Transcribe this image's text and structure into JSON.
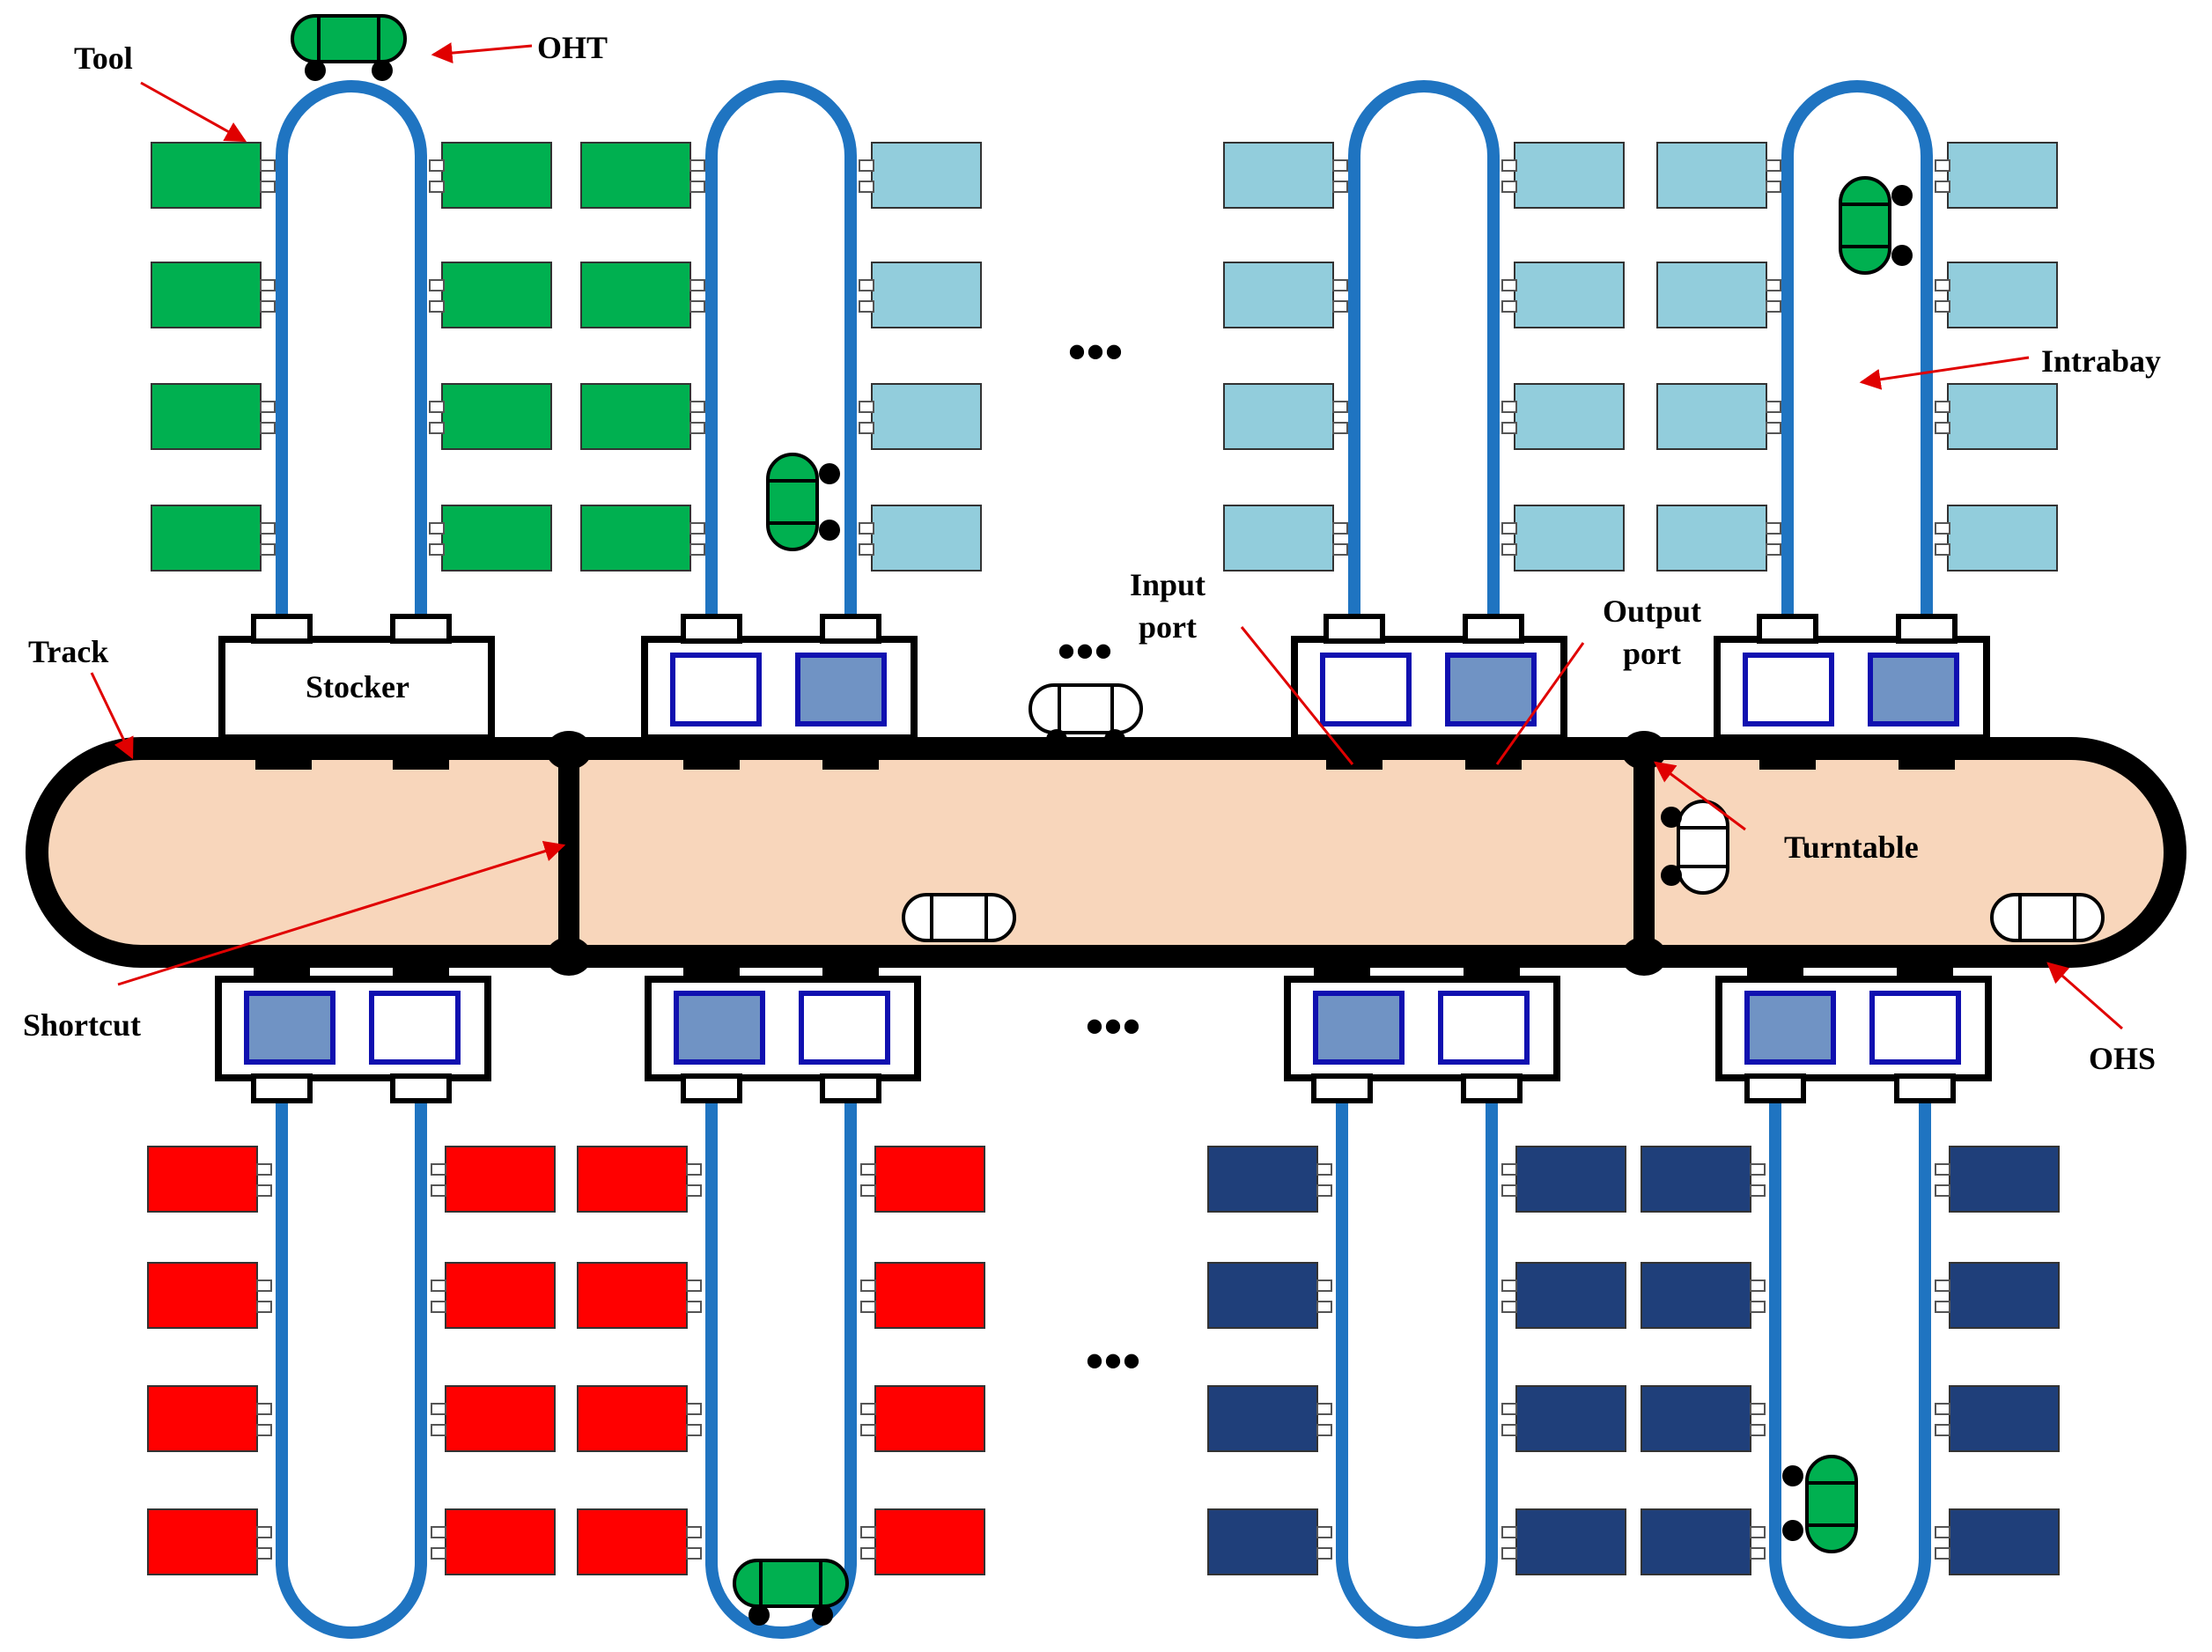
{
  "labels": {
    "tool": "Tool",
    "oht": "OHT",
    "intrabay": "Intrabay",
    "track": "Track",
    "stocker": "Stocker",
    "input_port_line1": "Input",
    "input_port_line2": "port",
    "output_port_line1": "Output",
    "output_port_line2": "port",
    "turntable": "Turntable",
    "shortcut": "Shortcut",
    "ohs": "OHS",
    "ellipsis": "•••"
  },
  "colors": {
    "track": "#000000",
    "track_fill": "#f8d6bb",
    "intrabay_loop": "#1f74c1",
    "tool_green": "#00b050",
    "tool_light_blue": "#92cddc",
    "tool_red": "#ff0000",
    "tool_dark_blue": "#1f3f7a",
    "port_border": "#1010b0",
    "port_filled": "#7093c4",
    "arrow": "#e00000",
    "vehicle_green": "#00b050"
  },
  "bays": {
    "top": [
      {
        "tool_color": "tool_green",
        "stocker_label": true
      },
      {
        "tool_color_left": "tool_green",
        "tool_color_right": "tool_light_blue"
      },
      {
        "tool_color": "tool_light_blue"
      },
      {
        "tool_color": "tool_light_blue"
      }
    ],
    "bottom": [
      {
        "tool_color": "tool_red"
      },
      {
        "tool_color": "tool_red"
      },
      {
        "tool_color": "tool_dark_blue"
      },
      {
        "tool_color": "tool_dark_blue"
      }
    ]
  }
}
